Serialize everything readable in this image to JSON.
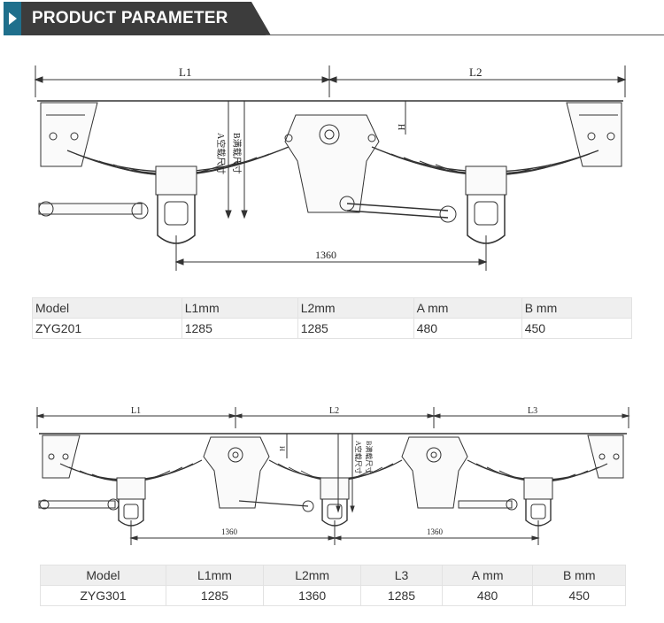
{
  "header": {
    "title": "PRODUCT PARAMETER"
  },
  "drawing1": {
    "dim_l1": "L1",
    "dim_l2": "L2",
    "dim_1360": "1360",
    "dim_h": "H",
    "vert_label_a": "A空载尺寸",
    "vert_label_b": "B满载尺寸"
  },
  "table1": {
    "headers": [
      "Model",
      "L1mm",
      "L2mm",
      "A mm",
      "B mm"
    ],
    "rows": [
      [
        "ZYG201",
        "1285",
        "1285",
        "480",
        "450"
      ]
    ]
  },
  "drawing2": {
    "dim_l1": "L1",
    "dim_l2": "L2",
    "dim_l3": "L3",
    "dim_1360_left": "1360",
    "dim_1360_right": "1360",
    "dim_h": "H",
    "vert_label_a": "A空载尺寸",
    "vert_label_b": "B满载尺寸"
  },
  "table2": {
    "headers": [
      "Model",
      "L1mm",
      "L2mm",
      "L3",
      "A mm",
      "B mm"
    ],
    "rows": [
      [
        "ZYG301",
        "1285",
        "1360",
        "1285",
        "480",
        "450"
      ]
    ]
  }
}
